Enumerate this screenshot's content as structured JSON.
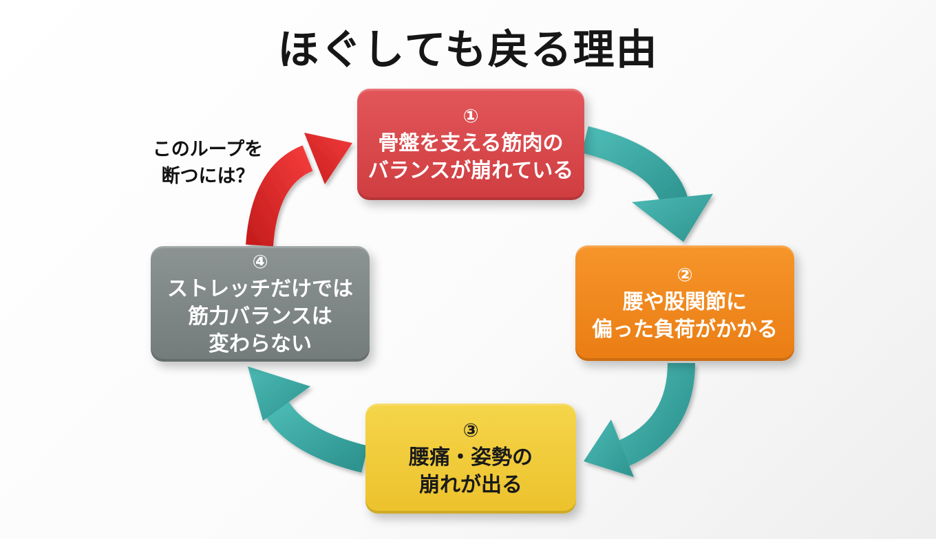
{
  "title": "ほぐしても戻る理由",
  "question": "このループを\n断つには？",
  "steps": [
    {
      "num": "①",
      "text": "骨盤を支える筋肉の\nバランスが崩れている",
      "color": "#d9474a"
    },
    {
      "num": "②",
      "text": "腰や股関節に\n偏った負荷がかかる",
      "color": "#f18a1e"
    },
    {
      "num": "③",
      "text": "腰痛・姿勢の\n崩れが出る",
      "color": "#f0cb3a"
    },
    {
      "num": "④",
      "text": "ストレッチだけでは\n筋力バランスは\n変わらない",
      "color": "#808787"
    }
  ],
  "colors": {
    "teal_arrow": "#3aa6a0",
    "red_arrow": "#e22a2a"
  },
  "arrows": [
    {
      "from": "①",
      "to": "②",
      "color": "teal"
    },
    {
      "from": "②",
      "to": "③",
      "color": "teal"
    },
    {
      "from": "③",
      "to": "④",
      "color": "teal"
    },
    {
      "from": "④",
      "to": "①",
      "color": "red"
    }
  ]
}
